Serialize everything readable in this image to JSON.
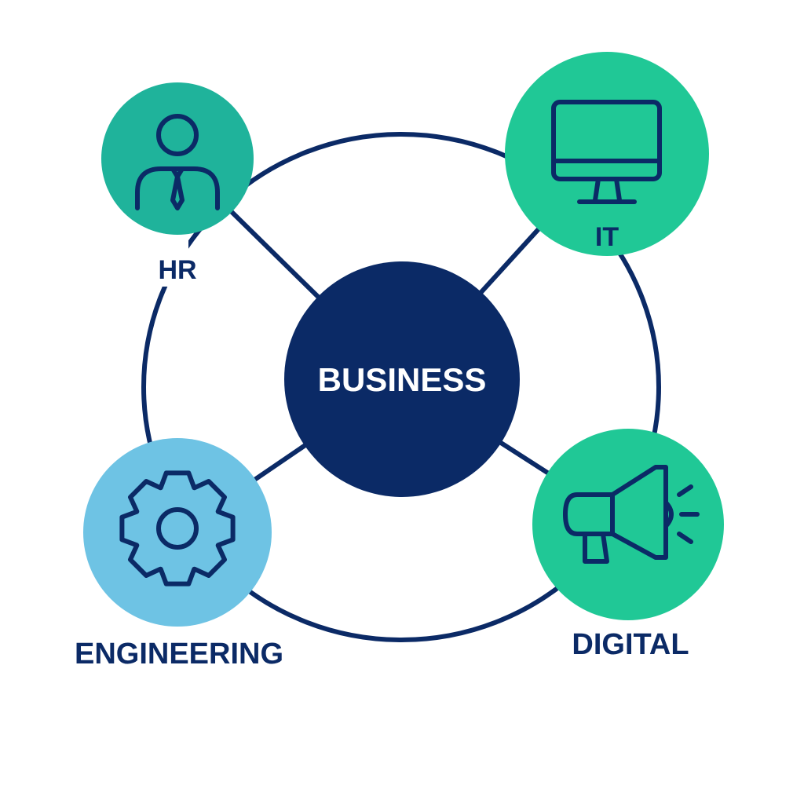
{
  "center": {
    "label": "BUSINESS"
  },
  "nodes": {
    "hr": {
      "label": "HR",
      "icon": "person-tie-icon"
    },
    "it": {
      "label": "IT",
      "icon": "monitor-icon"
    },
    "engineering": {
      "label": "ENGINEERING",
      "icon": "gear-icon"
    },
    "digital": {
      "label": "DIGITAL",
      "icon": "megaphone-icon"
    }
  },
  "colors": {
    "navy": "#0b2a66",
    "teal": "#1fb39b",
    "green": "#20c896",
    "lightblue": "#6ec3e4"
  }
}
